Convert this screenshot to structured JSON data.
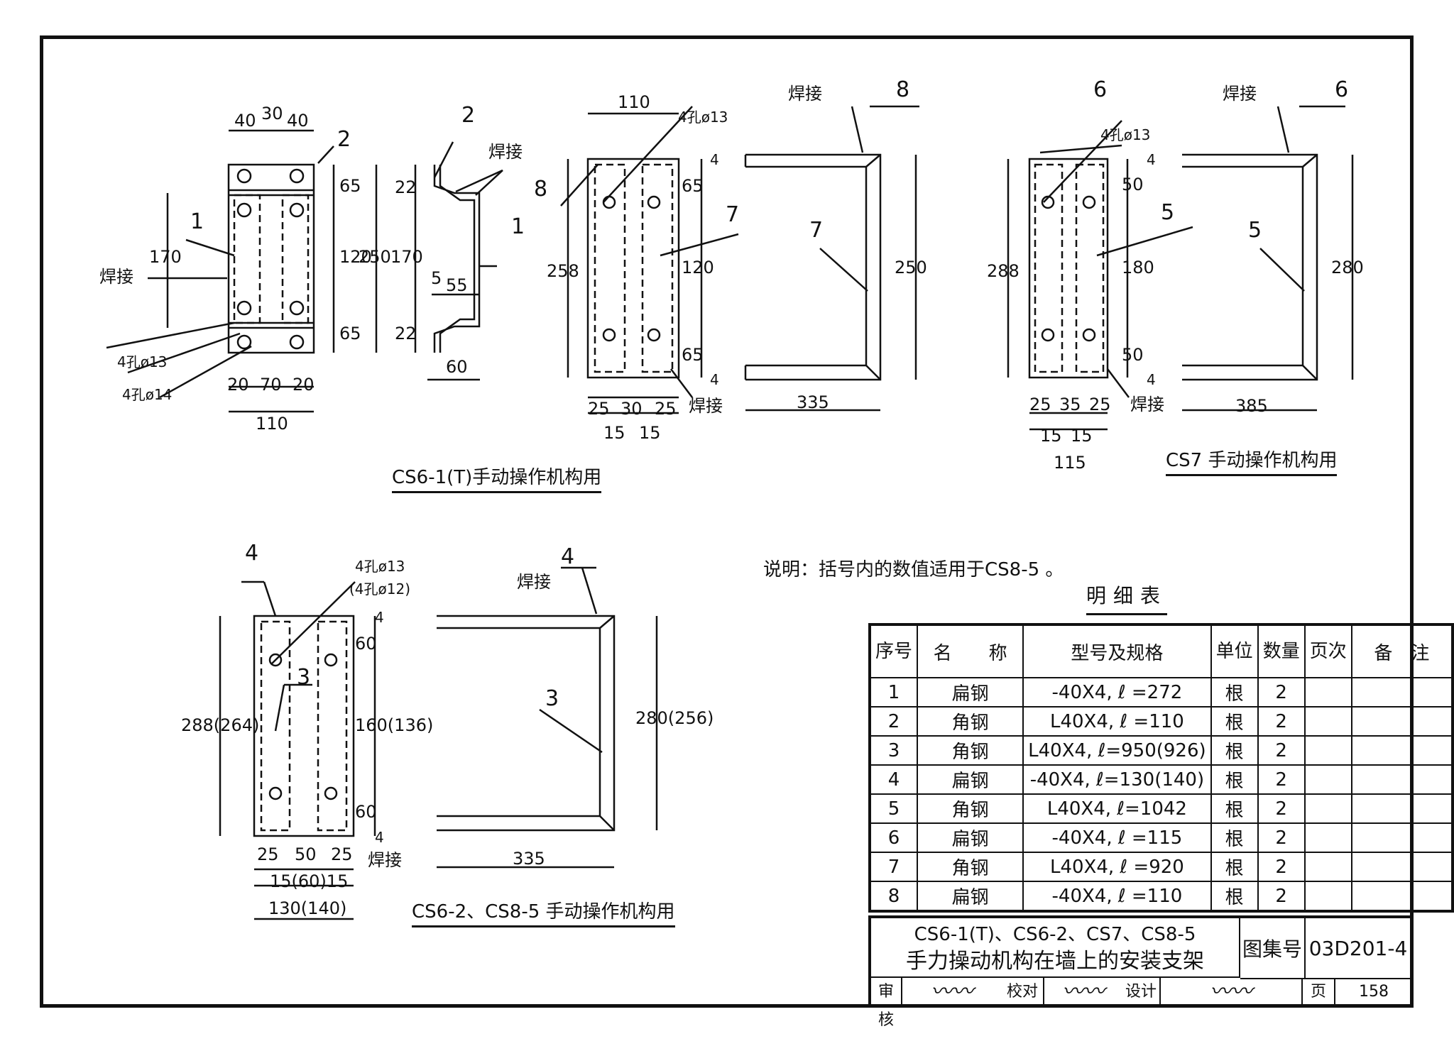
{
  "weld": "焊接",
  "views": {
    "v1": {
      "top_dims": [
        "40",
        "30",
        "40"
      ],
      "left_dim": "170",
      "right_dims": [
        "65",
        "120",
        "65"
      ],
      "bottom_dims": [
        "20",
        "70",
        "20"
      ],
      "width": "110",
      "holes_a": "4孔ø13",
      "holes_b": "4孔ø14",
      "parts": [
        "1",
        "2"
      ]
    },
    "v2": {
      "dims": [
        "22",
        "170",
        "22",
        "250",
        "5",
        "55",
        "60"
      ],
      "parts": [
        "2",
        "1"
      ]
    },
    "v3": {
      "top_dim": "110",
      "holes": "4孔ø13",
      "left_dim": "258",
      "right_dims": [
        "4",
        "65",
        "120",
        "65",
        "4"
      ],
      "bottom_dims": [
        "25",
        "30",
        "25"
      ],
      "bottom_sub": [
        "15",
        "15"
      ],
      "parts": [
        "8",
        "7"
      ]
    },
    "v4": {
      "height": "250",
      "width": "335",
      "parts": [
        "8",
        "7"
      ]
    },
    "v5": {
      "holes": "4孔ø13",
      "left_dim": "288",
      "right_dims": [
        "4",
        "50",
        "180",
        "50",
        "4"
      ],
      "bottom_dims": [
        "25",
        "35",
        "25"
      ],
      "bottom_sub": [
        "15",
        "15"
      ],
      "width": "115",
      "parts": [
        "6",
        "5"
      ]
    },
    "v6": {
      "height": "280",
      "width": "385",
      "parts": [
        "6",
        "5"
      ]
    },
    "v7": {
      "holes_a": "4孔ø13",
      "holes_b": "(4孔ø12)",
      "left_dim": "288(264)",
      "right_dims": [
        "4",
        "60",
        "160(136)",
        "60",
        "4"
      ],
      "bottom_dims": [
        "25",
        "50",
        "25"
      ],
      "bottom_sub": "15(60)15",
      "width": "130(140)",
      "parts": [
        "4",
        "3"
      ]
    },
    "v8": {
      "height": "280(256)",
      "width": "335",
      "parts": [
        "4",
        "3"
      ]
    }
  },
  "captions": {
    "cs61": "CS6-1(T)手动操作机构用",
    "cs7": "CS7 手动操作机构用",
    "cs62": "CS6-2、CS8-5 手动操作机构用"
  },
  "note": "说明：括号内的数值适用于CS8-5 。",
  "bom": {
    "title": "明细表",
    "headers": [
      "序号",
      "名　　称",
      "型号及规格",
      "单位",
      "数量",
      "页次",
      "备　注"
    ],
    "rows": [
      [
        "1",
        "扁钢",
        "-40X4, ℓ =272",
        "根",
        "2"
      ],
      [
        "2",
        "角钢",
        "L40X4, ℓ =110",
        "根",
        "2"
      ],
      [
        "3",
        "角钢",
        "L40X4, ℓ=950(926)",
        "根",
        "2"
      ],
      [
        "4",
        "扁钢",
        "-40X4, ℓ=130(140)",
        "根",
        "2"
      ],
      [
        "5",
        "角钢",
        "L40X4, ℓ=1042",
        "根",
        "2"
      ],
      [
        "6",
        "扁钢",
        "-40X4, ℓ =115",
        "根",
        "2"
      ],
      [
        "7",
        "角钢",
        "L40X4, ℓ =920",
        "根",
        "2"
      ],
      [
        "8",
        "扁钢",
        "-40X4, ℓ =110",
        "根",
        "2"
      ]
    ]
  },
  "titleblock": {
    "line1": "CS6-1(T)、CS6-2、CS7、CS8-5",
    "line2": "手力操动机构在墙上的安装支架",
    "atlas_label": "图集号",
    "atlas_no": "03D201-4",
    "review": "审核",
    "check": "校对",
    "design": "设计",
    "page_label": "页",
    "page_no": "158"
  }
}
